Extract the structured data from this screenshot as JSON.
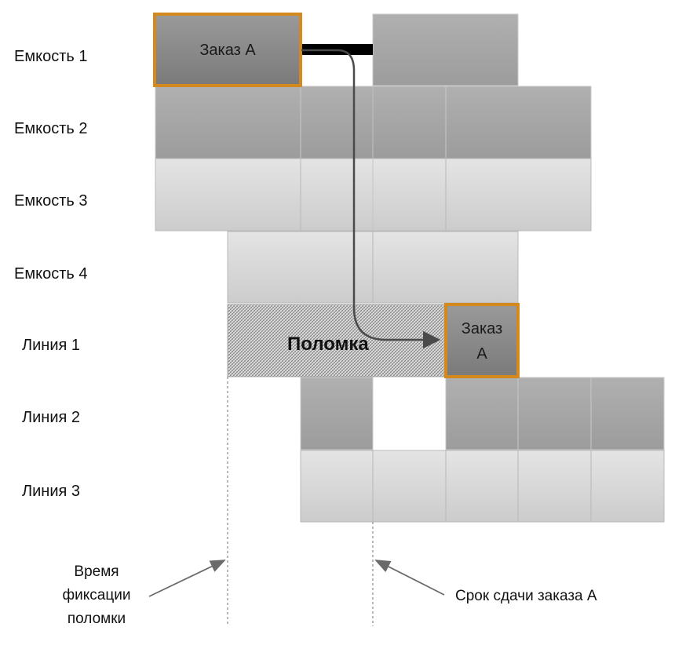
{
  "rows": [
    {
      "label": "Емкость 1"
    },
    {
      "label": "Емкость 2"
    },
    {
      "label": "Емкость 3"
    },
    {
      "label": "Емкость 4"
    },
    {
      "label": "Линия 1"
    },
    {
      "label": "Линия 2"
    },
    {
      "label": "Линия 3"
    }
  ],
  "orders": {
    "start_label": "Заказ А",
    "end_label_line1": "Заказ",
    "end_label_line2": "А"
  },
  "breakdown": {
    "label": "Поломка"
  },
  "annotations": {
    "breakdown_time_line1": "Время",
    "breakdown_time_line2": "фиксации",
    "breakdown_time_line3": "поломки",
    "deadline": "Срок сдачи заказа А"
  },
  "colors": {
    "order_border": "#d4891e",
    "dark_block": "#a6a6a6",
    "light_block": "#d5d5d5",
    "path_stroke": "#4a4a4a",
    "connector": "#000000"
  }
}
